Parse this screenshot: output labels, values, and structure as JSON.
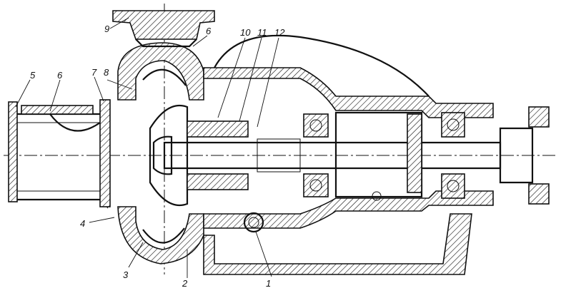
{
  "callouts": [
    {
      "id": "1",
      "text": "1"
    },
    {
      "id": "2",
      "text": "2"
    },
    {
      "id": "3",
      "text": "3"
    },
    {
      "id": "4",
      "text": "4"
    },
    {
      "id": "5",
      "text": "5"
    },
    {
      "id": "6a",
      "text": "6"
    },
    {
      "id": "6b",
      "text": "6"
    },
    {
      "id": "7",
      "text": "7"
    },
    {
      "id": "8",
      "text": "8"
    },
    {
      "id": "9",
      "text": "9"
    },
    {
      "id": "10",
      "text": "10"
    },
    {
      "id": "11",
      "text": "11"
    },
    {
      "id": "12",
      "text": "12"
    }
  ],
  "colors": {
    "line": "#111111",
    "background": "#ffffff"
  }
}
